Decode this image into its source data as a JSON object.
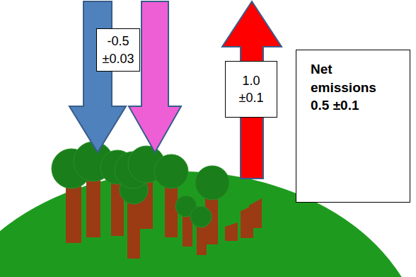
{
  "diagram": {
    "nodes": [
      {
        "text": [
          "-0.5 ±0.03"
        ]
      },
      {
        "text": [
          "1.0 ±0.1"
        ]
      },
      {
        "text": [
          "Net emissions",
          "0.5 ±0.1"
        ]
      }
    ]
  }
}
